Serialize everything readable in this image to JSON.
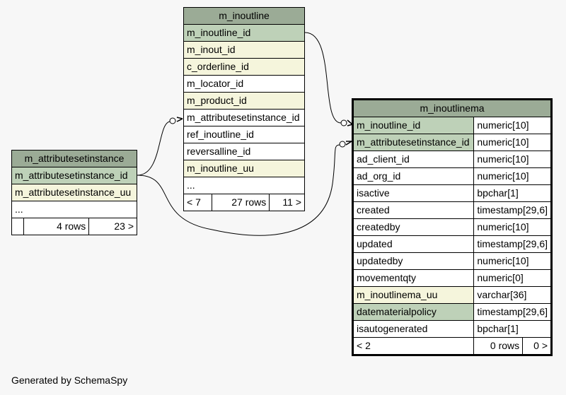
{
  "tables": {
    "m_inoutline": {
      "name": "m_inoutline",
      "columns": [
        {
          "name": "m_inoutline_id",
          "kind": "pk"
        },
        {
          "name": "m_inout_id",
          "kind": "idx"
        },
        {
          "name": "c_orderline_id",
          "kind": "idx"
        },
        {
          "name": "m_locator_id",
          "kind": "plain"
        },
        {
          "name": "m_product_id",
          "kind": "idx"
        },
        {
          "name": "m_attributesetinstance_id",
          "kind": "plain"
        },
        {
          "name": "ref_inoutline_id",
          "kind": "plain"
        },
        {
          "name": "reversalline_id",
          "kind": "plain"
        },
        {
          "name": "m_inoutline_uu",
          "kind": "idx"
        },
        {
          "name": "...",
          "kind": "plain"
        }
      ],
      "footer": {
        "parents": "< 7",
        "rows": "27 rows",
        "children": "11 >"
      }
    },
    "m_attributesetinstance": {
      "name": "m_attributesetinstance",
      "columns": [
        {
          "name": "m_attributesetinstance_id",
          "kind": "pk"
        },
        {
          "name": "m_attributesetinstance_uu",
          "kind": "idx"
        },
        {
          "name": "...",
          "kind": "plain"
        }
      ],
      "footer": {
        "parents": "",
        "rows": "4 rows",
        "children": "23 >"
      }
    },
    "m_inoutlinema": {
      "name": "m_inoutlinema",
      "columns": [
        {
          "name": "m_inoutline_id",
          "type": "numeric[10]",
          "kind": "pk"
        },
        {
          "name": "m_attributesetinstance_id",
          "type": "numeric[10]",
          "kind": "pk"
        },
        {
          "name": "ad_client_id",
          "type": "numeric[10]",
          "kind": "plain"
        },
        {
          "name": "ad_org_id",
          "type": "numeric[10]",
          "kind": "plain"
        },
        {
          "name": "isactive",
          "type": "bpchar[1]",
          "kind": "plain"
        },
        {
          "name": "created",
          "type": "timestamp[29,6]",
          "kind": "plain"
        },
        {
          "name": "createdby",
          "type": "numeric[10]",
          "kind": "plain"
        },
        {
          "name": "updated",
          "type": "timestamp[29,6]",
          "kind": "plain"
        },
        {
          "name": "updatedby",
          "type": "numeric[10]",
          "kind": "plain"
        },
        {
          "name": "movementqty",
          "type": "numeric[0]",
          "kind": "plain"
        },
        {
          "name": "m_inoutlinema_uu",
          "type": "varchar[36]",
          "kind": "idx"
        },
        {
          "name": "datematerialpolicy",
          "type": "timestamp[29,6]",
          "kind": "pk"
        },
        {
          "name": "isautogenerated",
          "type": "bpchar[1]",
          "kind": "plain"
        }
      ],
      "footer": {
        "parents": "< 2",
        "rows": "0 rows",
        "children": "0 >"
      }
    }
  },
  "colors": {
    "header": "#9bab96",
    "primary_key": "#bed1b8",
    "indexed": "#f5f5dc",
    "background": "#f7f7f7"
  },
  "footer_text": "Generated by SchemaSpy"
}
